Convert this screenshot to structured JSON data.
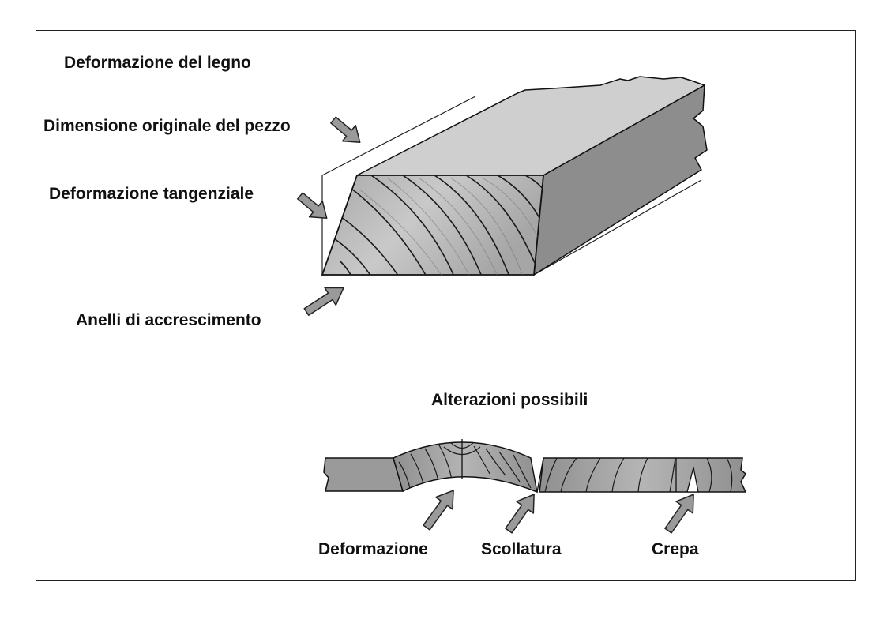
{
  "diagram": {
    "title": "Deformazione del legno",
    "labels": {
      "original_dimension": "Dimensione originale del pezzo",
      "tangential_deformation": "Deformazione tangenziale",
      "growth_rings": "Anelli di accrescimento",
      "possible_alterations": "Alterazioni possibili",
      "deformation": "Deformazione",
      "detachment": "Scollatura",
      "crack": "Crepa"
    },
    "colors": {
      "top_face": "#cfcfcf",
      "side_face": "#8d8d8d",
      "end_grain": "#b9b9b9",
      "board": "#959595",
      "arrow_fill": "#9a9a9a",
      "outline": "#111111"
    }
  }
}
